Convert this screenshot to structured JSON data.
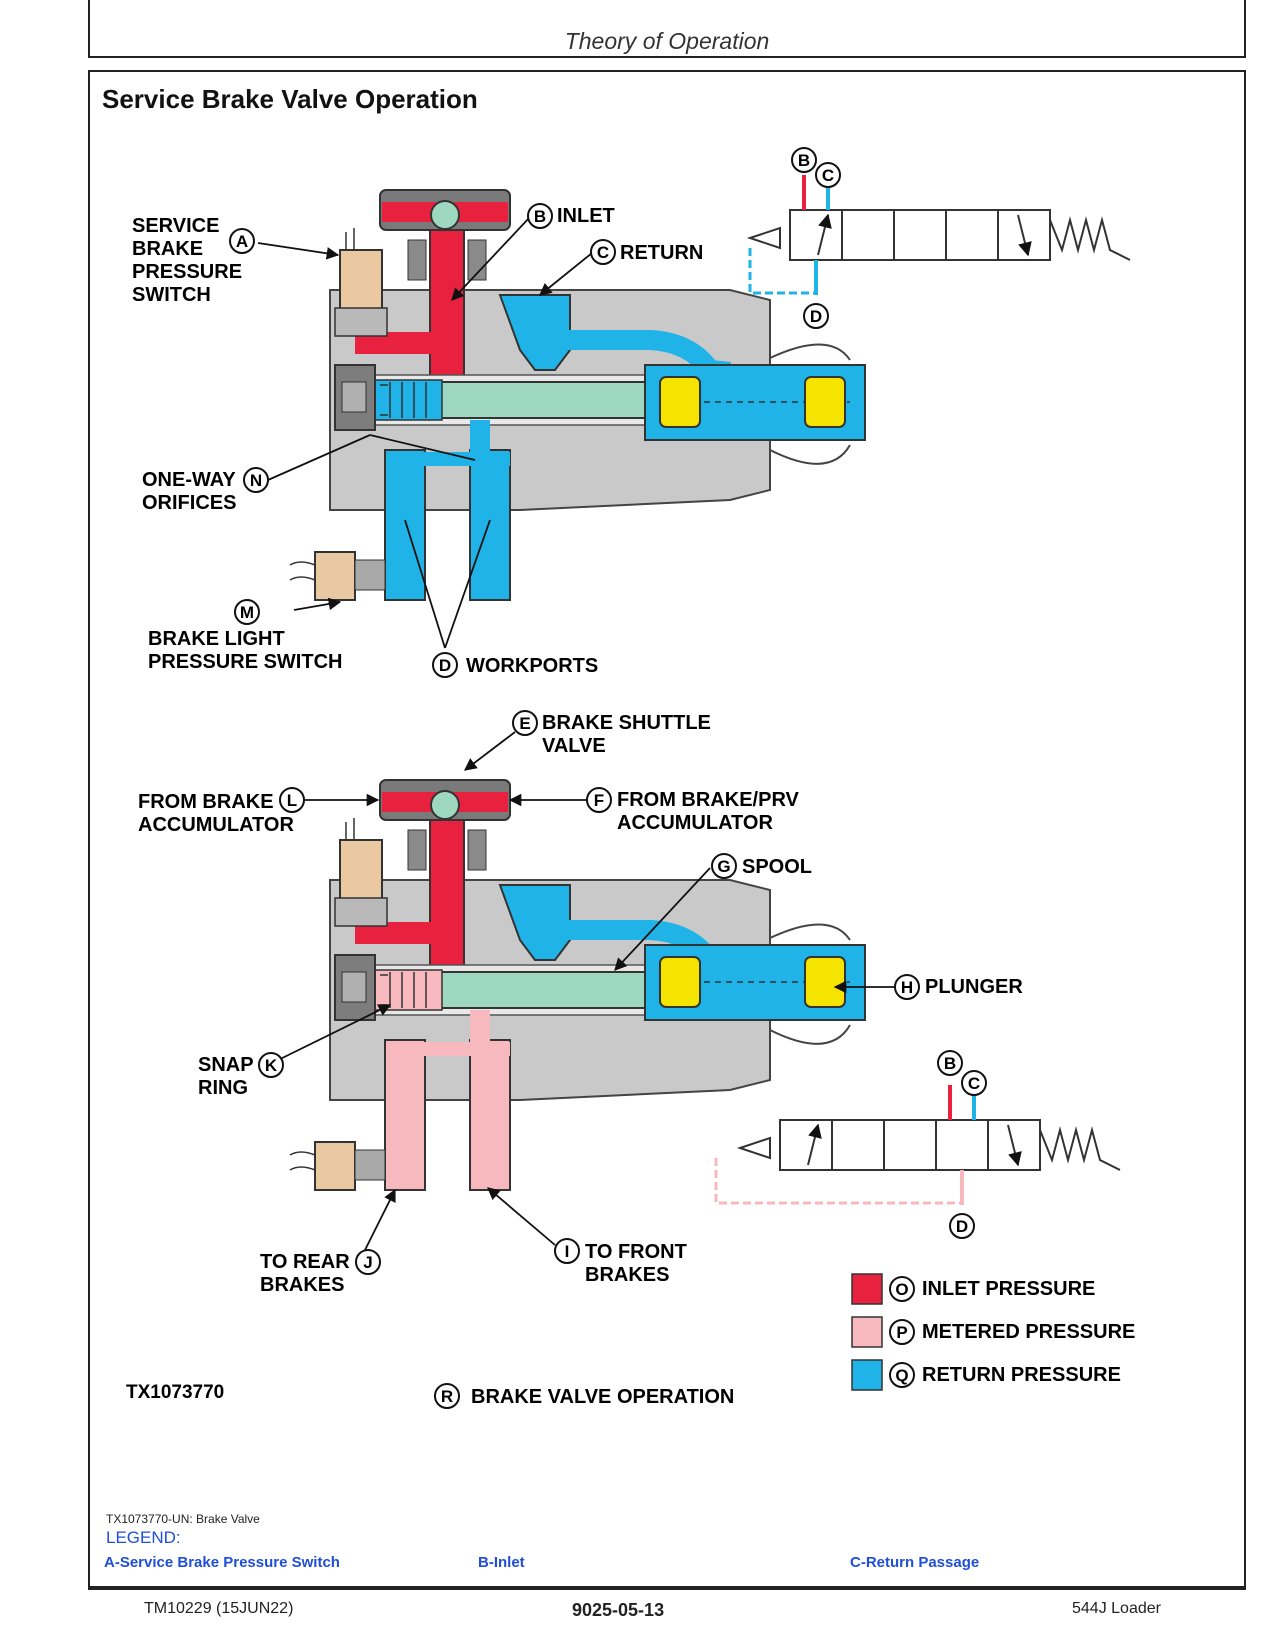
{
  "header": {
    "title": "Theory of Operation"
  },
  "section": {
    "title": "Service Brake Valve Operation"
  },
  "labels": {
    "a": "SERVICE\nBRAKE\nPRESSURE\nSWITCH",
    "b": "INLET",
    "c": "RETURN",
    "n": "ONE-WAY\nORIFICES",
    "m": "BRAKE LIGHT\nPRESSURE SWITCH",
    "d": "WORKPORTS",
    "e": "BRAKE SHUTTLE\nVALVE",
    "l": "FROM BRAKE\nACCUMULATOR",
    "f": "FROM BRAKE/PRV\nACCUMULATOR",
    "g": "SPOOL",
    "h": "PLUNGER",
    "k": "SNAP\nRING",
    "j": "TO REAR\nBRAKES",
    "i": "TO FRONT\nBRAKES",
    "r": "BRAKE VALVE OPERATION",
    "o": "INLET PRESSURE",
    "p": "METERED PRESSURE",
    "q": "RETURN PRESSURE"
  },
  "letters": [
    "A",
    "B",
    "C",
    "D",
    "E",
    "F",
    "G",
    "H",
    "I",
    "J",
    "K",
    "L",
    "M",
    "N",
    "O",
    "P",
    "Q",
    "R"
  ],
  "figure_id": "TX1073770",
  "colors": {
    "inlet": "#e8213f",
    "metered": "#f7b9bd",
    "return": "#1fb3e8",
    "body": "#c9c9c9",
    "spool": "#9fd8c0",
    "plunger": "#f5e400"
  },
  "caption": "TX1073770-UN: Brake Valve",
  "legend": {
    "title": "LEGEND:",
    "items": [
      "A-Service Brake Pressure Switch",
      "B-Inlet",
      "C-Return Passage"
    ]
  },
  "footer": {
    "left": "TM10229 (15JUN22)",
    "center": "9025-05-13",
    "right": "544J Loader"
  }
}
